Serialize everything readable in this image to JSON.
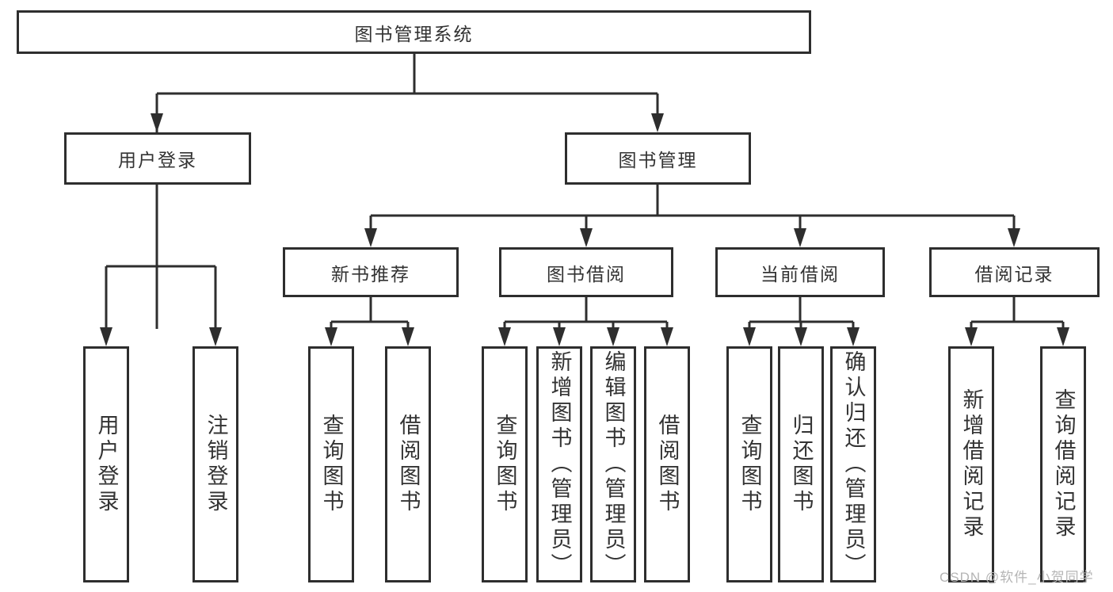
{
  "colors": {
    "line": "#2e2e2e",
    "box_border": "#2e2e2e",
    "box_background": "#ffffff",
    "text": "#333333",
    "watermark_text": "#b5b5b5"
  },
  "tree": {
    "label": "图书管理系统",
    "children": [
      {
        "label": "用户登录",
        "children": [
          {
            "label": "用户登录"
          },
          {
            "label": "注销登录"
          }
        ]
      },
      {
        "label": "图书管理",
        "children": [
          {
            "label": "新书推荐",
            "children": [
              {
                "label": "查询图书"
              },
              {
                "label": "借阅图书"
              }
            ]
          },
          {
            "label": "图书借阅",
            "children": [
              {
                "label": "查询图书"
              },
              {
                "label": "新增图书（管理员）"
              },
              {
                "label": "编辑图书（管理员）"
              },
              {
                "label": "借阅图书"
              }
            ]
          },
          {
            "label": "当前借阅",
            "children": [
              {
                "label": "查询图书"
              },
              {
                "label": "归还图书"
              },
              {
                "label": "确认归还（管理员）"
              }
            ]
          },
          {
            "label": "借阅记录",
            "children": [
              {
                "label": "新增借阅记录"
              },
              {
                "label": "查询借阅记录"
              }
            ]
          }
        ]
      }
    ]
  },
  "watermark": {
    "text": "CSDN @软件_小贺同学"
  }
}
